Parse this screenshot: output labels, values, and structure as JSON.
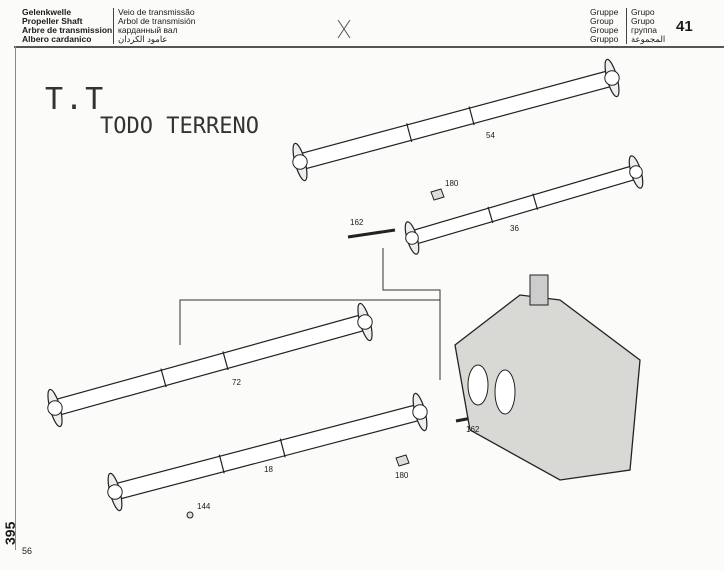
{
  "header": {
    "titles_left": [
      "Gelenkwelle",
      "Propeller Shaft",
      "Arbre de transmission",
      "Albero cardanico"
    ],
    "titles_right": [
      "Veio de transmissão",
      "Arbol de transmisión",
      "карданный вал",
      "عامود الكردان"
    ],
    "group_left": [
      "Gruppe",
      "Group",
      "Groupe",
      "Gruppo"
    ],
    "group_right": [
      "Grupo",
      "Grupo",
      "группа",
      "المجموعة"
    ],
    "group_number": "41"
  },
  "handwritten": {
    "tt": "T.T",
    "todo_terreno": "TODO TERRENO"
  },
  "callouts": {
    "shaft_54": "54",
    "nut_180_top": "180",
    "bolt_162_top": "162",
    "shaft_36": "36",
    "shaft_72": "72",
    "bolt_162_bottom": "162",
    "shaft_18": "18",
    "nut_180_bottom": "180",
    "fitting_144": "144"
  },
  "footer": {
    "side_number": "395",
    "page_number": "56"
  }
}
